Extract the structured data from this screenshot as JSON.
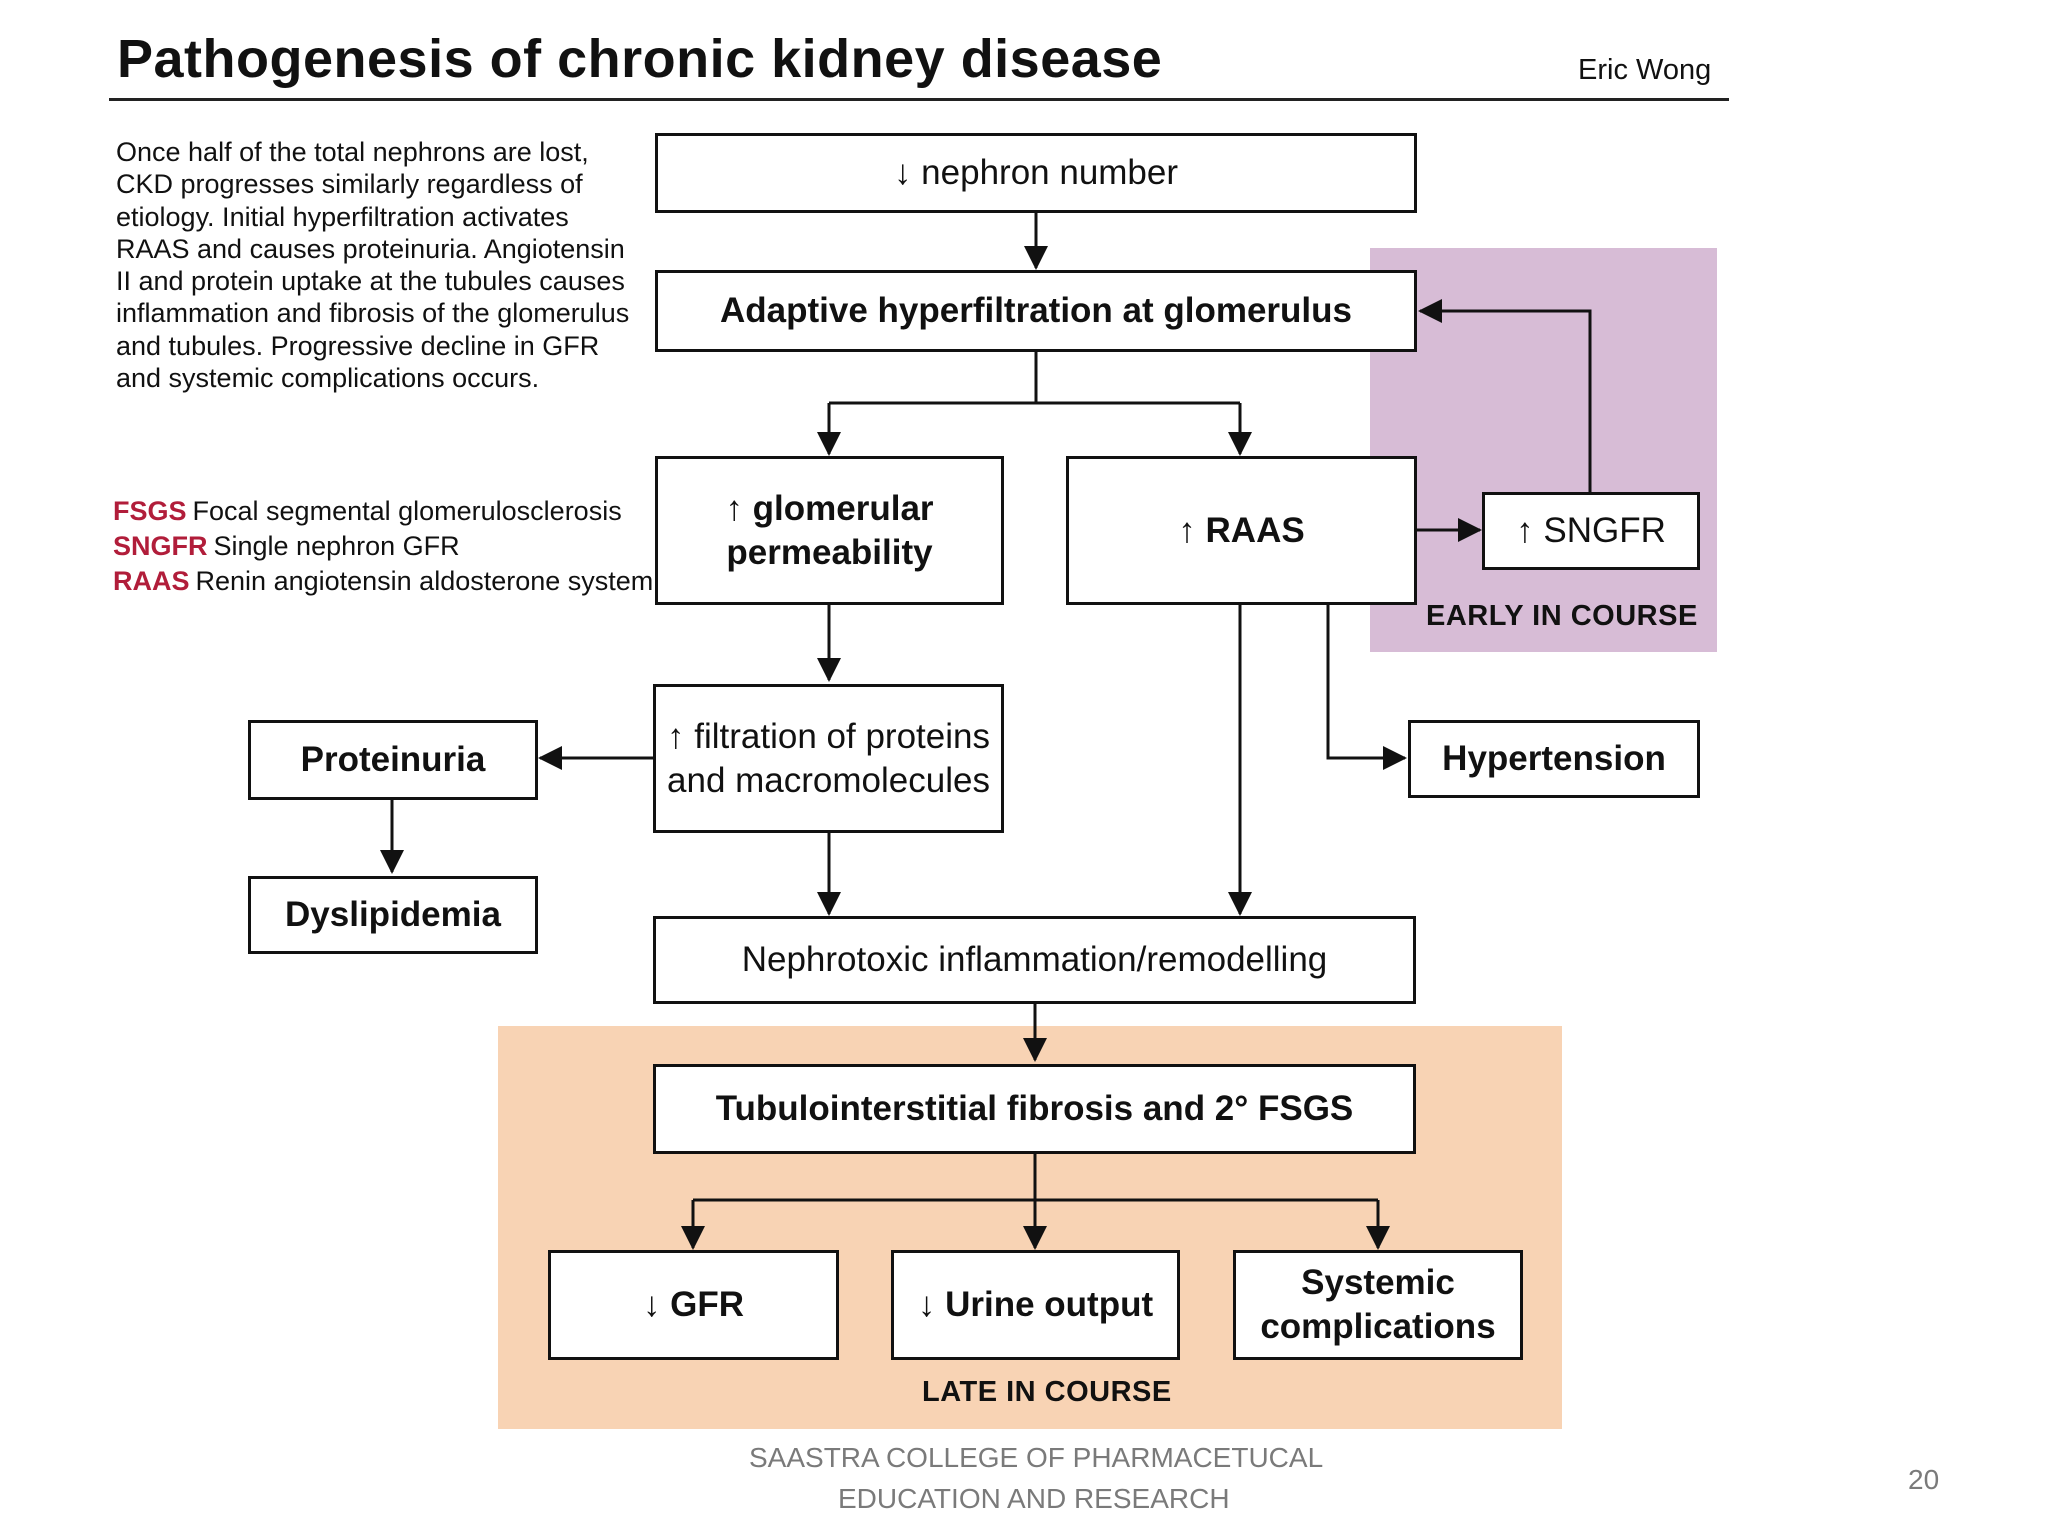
{
  "slide": {
    "title": "Pathogenesis of chronic kidney disease",
    "author": "Eric Wong",
    "intro": "Once half of the total nephrons are lost, CKD progresses similarly regardless of etiology. Initial hyperfiltration activates RAAS and causes proteinuria. Angiotensin II and protein uptake at the tubules causes inflammation and fibrosis of the glomerulus and tubules. Progressive decline in GFR and systemic complications occurs.",
    "abbreviations": [
      {
        "key": "FSGS",
        "text": "Focal segmental glomerulosclerosis"
      },
      {
        "key": "SNGFR",
        "text": "Single nephron GFR"
      },
      {
        "key": "RAAS",
        "text": "Renin angiotensin aldosterone system"
      }
    ],
    "regions": {
      "early": "EARLY IN COURSE",
      "late": "LATE IN COURSE"
    },
    "nodes": {
      "nephron_number": "↓ nephron number",
      "hyperfiltration": "Adaptive hyperfiltration at glomerulus",
      "glomerular_permeability": "↑ glomerular permeability",
      "raas": "↑ RAAS",
      "sngfr": "↑ SNGFR",
      "filtration_proteins": "↑ filtration of proteins and macromolecules",
      "proteinuria": "Proteinuria",
      "dyslipidemia": "Dyslipidemia",
      "hypertension": "Hypertension",
      "nephrotoxic": "Nephrotoxic inflammation/remodelling",
      "fibrosis": "Tubulointerstitial fibrosis and 2° FSGS",
      "gfr": "↓ GFR",
      "urine_output": "↓ Urine output",
      "systemic": "Systemic complications"
    },
    "footer": {
      "line1": "SAASTRA COLLEGE OF PHARMACETUCAL",
      "line2": "EDUCATION AND RESEARCH",
      "page_number": "20"
    }
  }
}
